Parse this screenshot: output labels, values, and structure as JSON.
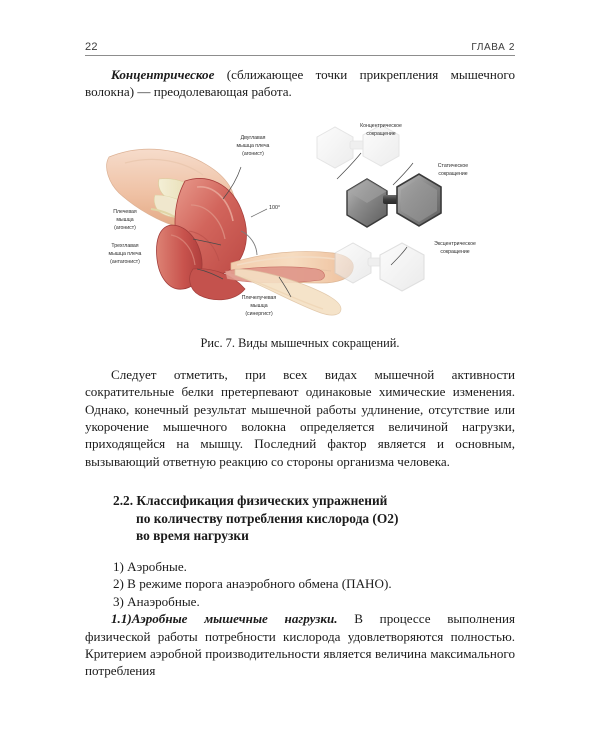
{
  "page": {
    "folio": "22",
    "chapter_label": "ГЛАВА 2"
  },
  "intro_paragraph": {
    "lead": "Концентрическое",
    "rest": " (сближающее точки прикрепления мышечного волокна) — преодолевающая работа."
  },
  "figure": {
    "caption": "Рис. 7. Виды мышечных сокращений.",
    "angle_label": "100°",
    "labels": {
      "biceps": "Двуглавая мышца плеча (агонист)",
      "brachialis": "Плечевая мышца (агонист)",
      "triceps": "Трехглавая мышца плеча (антагонист)",
      "brachioradialis": "Плечелучевая мышца (синергист)",
      "concentric": "Концентрическое сокращение",
      "static": "Статическое сокращение",
      "eccentric": "Эксцентрическое сокращение"
    },
    "label_lines": {
      "biceps": [
        "Двуглавая",
        "мышца плеча",
        "(агонист)"
      ],
      "brachialis": [
        "Плечевая",
        "мышца",
        "(агонист)"
      ],
      "triceps": [
        "Трехглавая",
        "мышца плеча",
        "(антагонист)"
      ],
      "brachioradialis": [
        "Плечелучевая",
        "мышца",
        "(синергист)"
      ],
      "concentric": [
        "Концентрическое",
        "сокращение"
      ],
      "static": [
        "Статическое",
        "сокращение"
      ],
      "eccentric": [
        "Эксцентрическое",
        "сокращение"
      ]
    },
    "colors": {
      "muscle_deep": "#c8534d",
      "muscle_mid": "#d4736a",
      "muscle_light": "#e6a394",
      "skin": "#f0c3a8",
      "tendon": "#ece3c0",
      "dumbbell_dark": "#4a4a4a",
      "dumbbell_face": "#8c8c8c",
      "dumbbell_faded": "#dcdcdc",
      "label_text": "#2b2b2b"
    }
  },
  "paragraph_after_figure": "Следует отметить, при всех видах мышечной активности сократительные белки претерпевают одинаковые химические изменения. Однако, конечный результат мышечной работы удлинение, отсутствие или укорочение мышечного волокна определяется величиной нагрузки, приходящейся на мышцу. Последний фактор является и основным, вызывающий ответную реакцию со стороны организма человека.",
  "section": {
    "number": "2.2.",
    "title_line1": "2.2. Классификация физических упражнений",
    "title_line2": "по количеству потребления кислорода (О2)",
    "title_line3": "во время нагрузки"
  },
  "list": [
    "1) Аэробные.",
    "2) В режиме порога анаэробного обмена (ПАНО).",
    "3) Анаэробные."
  ],
  "final_paragraph": {
    "lead": "1.1)Аэробные мышечные нагрузки.",
    "rest": " В процессе выполнения физической работы потребности кислорода удовлетворяются полностью. Критерием аэробной производительности является величина максимального потребления"
  }
}
